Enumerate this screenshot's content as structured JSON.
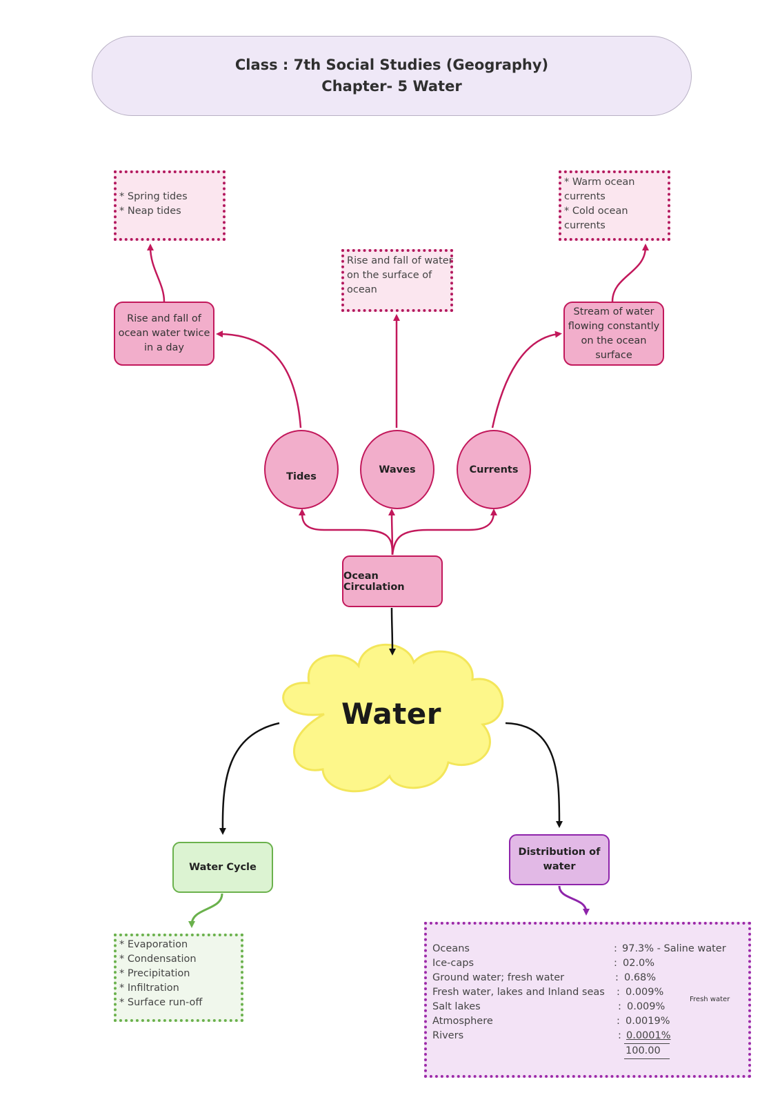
{
  "header": {
    "line1": "Class : 7th Social Studies (Geography)",
    "line2": "Chapter- 5 Water"
  },
  "center": {
    "label": "Water"
  },
  "ocean_circulation": {
    "label": "Ocean Circulation",
    "children": [
      {
        "label": "Tides",
        "definition": [
          "Rise and fall of",
          "ocean water twice",
          "in a day"
        ],
        "types": [
          "* Spring tides",
          "* Neap tides"
        ]
      },
      {
        "label": "Waves",
        "definition": [
          "Rise and fall of water",
          "on the surface of",
          "ocean"
        ]
      },
      {
        "label": "Currents",
        "definition": [
          "Stream of water",
          "flowing constantly",
          "on the ocean",
          "surface"
        ],
        "types": [
          "* Warm ocean",
          "currents",
          "* Cold ocean",
          "currents"
        ]
      }
    ]
  },
  "water_cycle": {
    "label": "Water Cycle",
    "steps": [
      "* Evaporation",
      "* Condensation",
      "* Precipitation",
      "* Infiltration",
      "* Surface run-off"
    ]
  },
  "distribution": {
    "label_line1": "Distribution of",
    "label_line2": "water",
    "rows": [
      {
        "name": "Oceans",
        "sep": ":",
        "value": "97.3% - Saline water"
      },
      {
        "name": "Ice-caps",
        "sep": ":",
        "value": "02.0%"
      },
      {
        "name": "Ground water; fresh water",
        "sep": ":",
        "value": "0.68%"
      },
      {
        "name": "Fresh water, lakes and Inland seas",
        "sep": ":",
        "value": "0.009%"
      },
      {
        "name": "Salt lakes",
        "sep": ":",
        "value": "0.009%"
      },
      {
        "name": "Atmosphere",
        "sep": ":",
        "value": "0.0019%"
      },
      {
        "name": "Rivers",
        "sep": ":",
        "value": "0.0001%"
      }
    ],
    "total": "100.00",
    "brace_label": "Fresh water"
  },
  "colors": {
    "pink_fill": "#f2aecb",
    "pink_stroke": "#c2185b",
    "cloud_fill": "#fdf78a",
    "green": "#6ab14c",
    "purple": "#8e24aa"
  }
}
